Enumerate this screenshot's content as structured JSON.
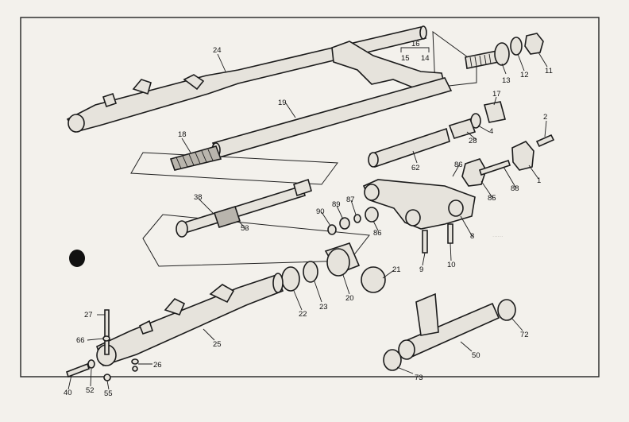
{
  "diagram": {
    "callouts": [
      {
        "id": "24",
        "label": "24"
      },
      {
        "id": "16",
        "label": "16"
      },
      {
        "id": "15",
        "label": "15"
      },
      {
        "id": "14",
        "label": "14"
      },
      {
        "id": "13",
        "label": "13"
      },
      {
        "id": "12",
        "label": "12"
      },
      {
        "id": "11",
        "label": "11"
      },
      {
        "id": "19",
        "label": "19"
      },
      {
        "id": "17",
        "label": "17"
      },
      {
        "id": "4",
        "label": "4"
      },
      {
        "id": "28",
        "label": "28"
      },
      {
        "id": "2",
        "label": "2"
      },
      {
        "id": "18",
        "label": "18"
      },
      {
        "id": "62",
        "label": "62"
      },
      {
        "id": "86a",
        "label": "86"
      },
      {
        "id": "1",
        "label": "1"
      },
      {
        "id": "88",
        "label": "88"
      },
      {
        "id": "85",
        "label": "85"
      },
      {
        "id": "38",
        "label": "38"
      },
      {
        "id": "89",
        "label": "89"
      },
      {
        "id": "87",
        "label": "87"
      },
      {
        "id": "90",
        "label": "90"
      },
      {
        "id": "86b",
        "label": "86"
      },
      {
        "id": "53",
        "label": "53"
      },
      {
        "id": "8",
        "label": "8"
      },
      {
        "id": "9",
        "label": "9"
      },
      {
        "id": "10",
        "label": "10"
      },
      {
        "id": "21",
        "label": "21"
      },
      {
        "id": "22",
        "label": "22"
      },
      {
        "id": "23",
        "label": "23"
      },
      {
        "id": "20",
        "label": "20"
      },
      {
        "id": "27",
        "label": "27"
      },
      {
        "id": "66",
        "label": "66"
      },
      {
        "id": "25",
        "label": "25"
      },
      {
        "id": "72",
        "label": "72"
      },
      {
        "id": "50",
        "label": "50"
      },
      {
        "id": "26",
        "label": "26"
      },
      {
        "id": "73",
        "label": "73"
      },
      {
        "id": "40",
        "label": "40"
      },
      {
        "id": "52",
        "label": "52"
      },
      {
        "id": "55",
        "label": "55"
      }
    ]
  }
}
